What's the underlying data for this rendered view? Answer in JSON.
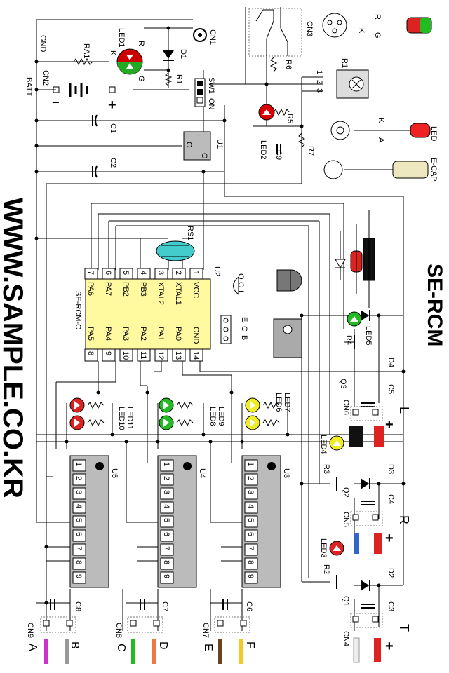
{
  "diagram": {
    "website": "WWW.SAMPLE.CO.KR",
    "model": "SE-RCM",
    "chip": {
      "name": "SE-RCM-C",
      "ref": "U2",
      "top_pins": [
        {
          "num": "7",
          "label": "PA6"
        },
        {
          "num": "6",
          "label": "PA7"
        },
        {
          "num": "5",
          "label": "PB2"
        },
        {
          "num": "4",
          "label": "PB3"
        },
        {
          "num": "3",
          "label": "XTAL2"
        },
        {
          "num": "2",
          "label": "XTAL1"
        },
        {
          "num": "1",
          "label": "VCC"
        }
      ],
      "bottom_pins": [
        {
          "num": "8",
          "label": "PA5"
        },
        {
          "num": "9",
          "label": "PA4"
        },
        {
          "num": "10",
          "label": "PA3"
        },
        {
          "num": "11",
          "label": "PA2"
        },
        {
          "num": "12",
          "label": "PA1"
        },
        {
          "num": "13",
          "label": "PA0"
        },
        {
          "num": "14",
          "label": "GND"
        }
      ]
    },
    "driver_pins": [
      "1",
      "2",
      "3",
      "4",
      "5",
      "6",
      "7",
      "8",
      "9"
    ],
    "labels": {
      "gnd": "GND",
      "batt": "BATT",
      "cn1": "CN1",
      "cn2": "CN2",
      "cn3": "CN3",
      "ra1": "RA1",
      "led1": "LED1",
      "k": "K",
      "r": "R",
      "g": "G",
      "d1": "D1",
      "r1": "R1",
      "sw1": "SW1",
      "on": "ON",
      "c1": "C1",
      "c2": "C2",
      "u1": "U1",
      "u1_i": "I",
      "u1_g": "G",
      "u1_o": "O",
      "r6": "R6",
      "r5": "R5",
      "r7": "R7",
      "c9": "C9",
      "led2": "LED2",
      "ir1": "IR1",
      "rs1": "RS1",
      "ir_pins": [
        "1",
        "2",
        "3"
      ],
      "u2": "U2",
      "u3": "U3",
      "u4": "U4",
      "u5": "U5",
      "led5": "LED5",
      "r4": "R4",
      "q3": "Q3",
      "d4": "D4",
      "c5": "C5",
      "cn6": "CN6",
      "led4": "LED4",
      "r3": "R3",
      "q2": "Q2",
      "d3": "D3",
      "c4": "C4",
      "cn5": "CN5",
      "led3": "LED3",
      "r2": "R2",
      "q1": "Q1",
      "d2": "D2",
      "c3": "C3",
      "cn4": "CN4",
      "led6": "LED6",
      "led7": "LED7",
      "led8": "LED8",
      "led9": "LED9",
      "led10": "LED10",
      "led11": "LED11",
      "c6": "C6",
      "c7": "C7",
      "c8": "C8",
      "cn7": "CN7",
      "cn8": "CN8",
      "cn9": "CN9",
      "ch_l": "L",
      "ch_r": "R",
      "ch_t": "T",
      "out_a": "A",
      "out_b": "B",
      "out_c": "C",
      "out_d": "D",
      "out_e": "E",
      "out_f": "F",
      "legend_led": "LED",
      "legend_ecap": "E-CAP",
      "legend_a": "A",
      "legend_k": "K",
      "to_o": "O",
      "to_g": "G",
      "to_i": "I",
      "reg_e": "E",
      "reg_c": "C",
      "reg_b": "B",
      "plus": "+",
      "minus": "−"
    }
  }
}
